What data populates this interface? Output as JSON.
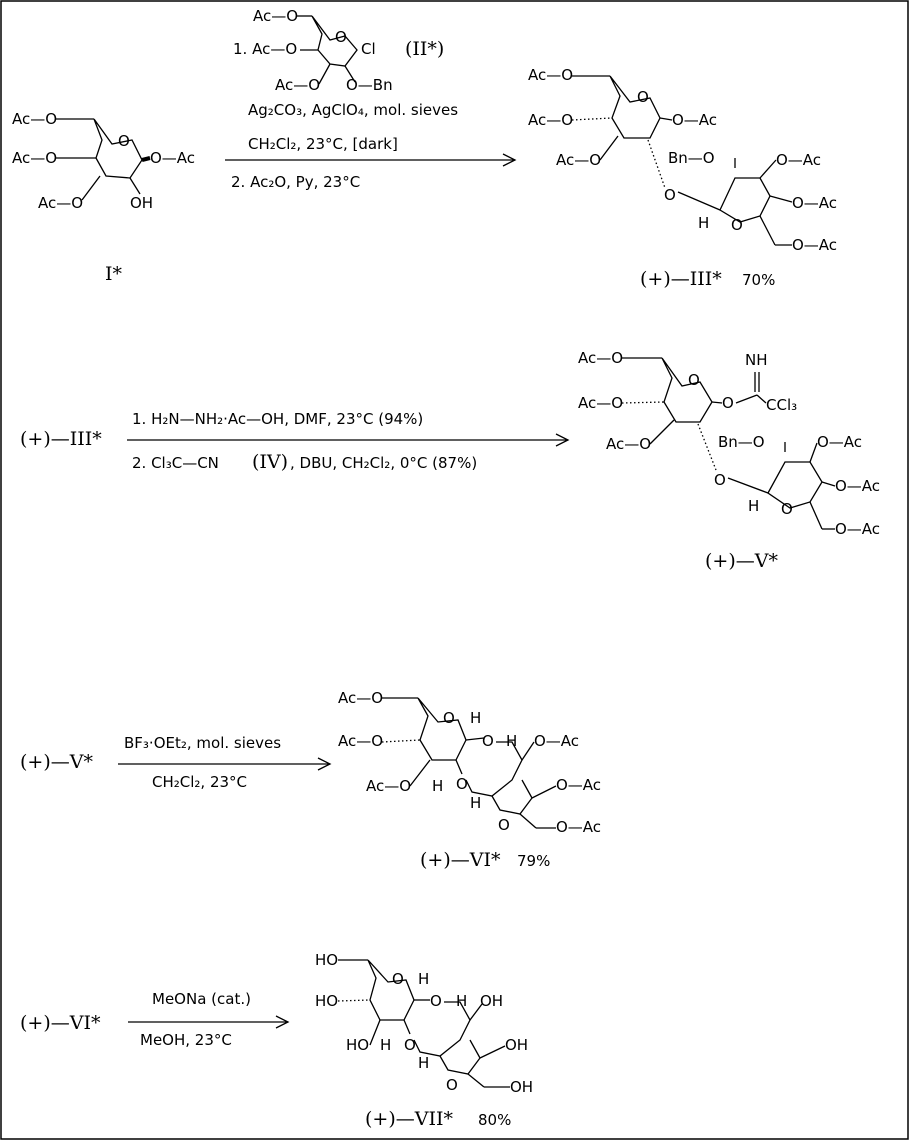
{
  "step1": {
    "reagent_lines": [
      "1. Ac—O",
      "(II*)",
      "Ag₂CO₃, AgClO₄, mol. sieves",
      "CH₂Cl₂,    23°C,  [dark]",
      "2. Ac₂O,   Py,  23°C"
    ],
    "start_label": "I*",
    "product_label": "(+)—III*",
    "product_yield": "70%"
  },
  "step2": {
    "start_label": "(+)—III*",
    "reagent_line1": "1. H₂N—NH₂·Ac—OH,    DMF,   23°C  (94%)",
    "reagent_line2a": "2. Cl₃C—CN",
    "reagent_line2b": "(IV)",
    "reagent_line2c": ", DBU,  CH₂Cl₂,    0°C  (87%)",
    "product_label": "(+)—V*"
  },
  "step3": {
    "start_label": "(+)—V*",
    "reagent_line1": "BF₃·OEt₂, mol. sieves",
    "reagent_line2": "CH₂Cl₂,    23°C",
    "product_label": "(+)—VI*",
    "product_yield": "79%"
  },
  "step4": {
    "start_label": "(+)—VI*",
    "reagent_line1": "MeONa (cat.)",
    "reagent_line2": "MeOH,    23°C",
    "product_label": "(+)—VII*",
    "product_yield": "80%"
  },
  "atoms": {
    "ac_o": "Ac—O",
    "o_ac": "O—Ac",
    "ac": "Ac",
    "o": "O",
    "oh": "OH",
    "ho": "HO",
    "h": "H",
    "cl": "Cl",
    "bn": "Bn",
    "o_bn": "O—Bn",
    "bn_o": "Bn—O",
    "nh": "NH",
    "ccl3": "CCl₃"
  }
}
